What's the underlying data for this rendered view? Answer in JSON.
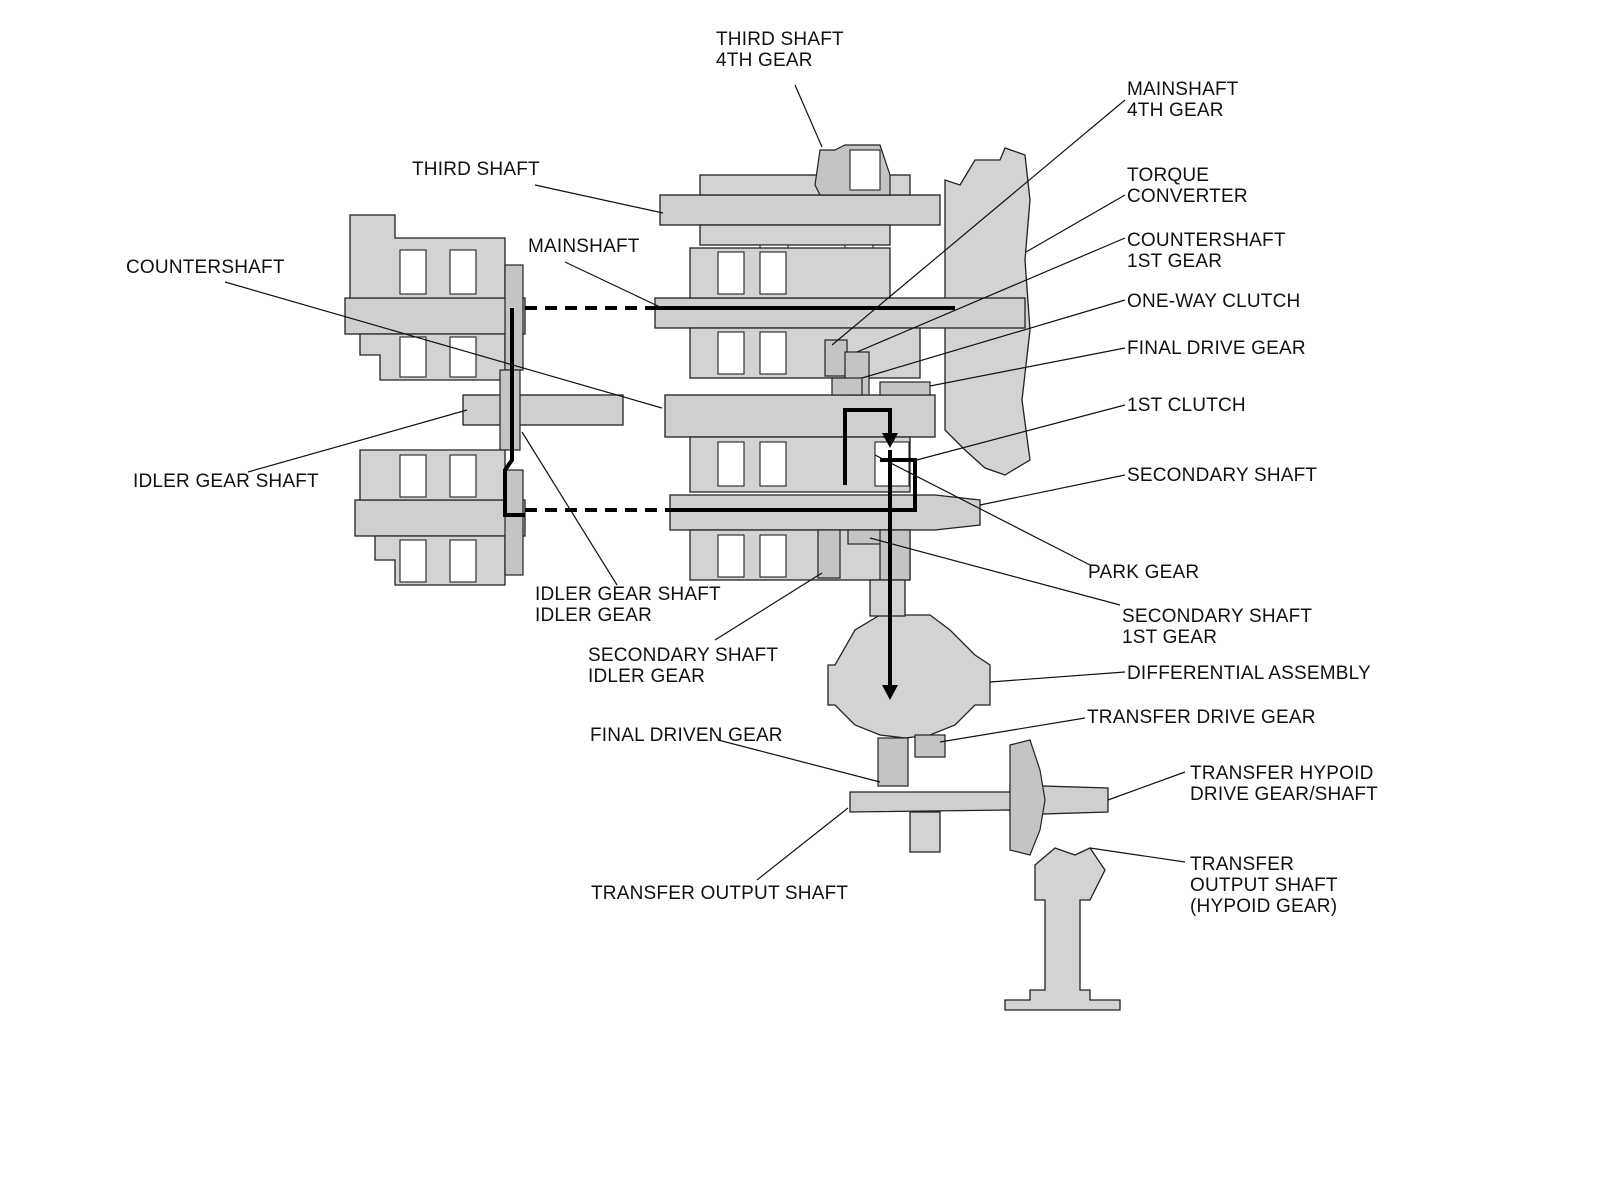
{
  "labels": {
    "third_shaft_4th_gear": [
      "THIRD SHAFT",
      "4TH GEAR"
    ],
    "third_shaft": [
      "THIRD SHAFT"
    ],
    "mainshaft": [
      "MAINSHAFT"
    ],
    "countershaft": [
      "COUNTERSHAFT"
    ],
    "idler_gear_shaft": [
      "IDLER GEAR SHAFT"
    ],
    "idler_gear_shaft_idler_gear": [
      "IDLER GEAR SHAFT",
      "IDLER GEAR"
    ],
    "secondary_shaft_idler_gear": [
      "SECONDARY SHAFT",
      "IDLER GEAR"
    ],
    "final_driven_gear": [
      "FINAL DRIVEN GEAR"
    ],
    "transfer_output_shaft": [
      "TRANSFER OUTPUT SHAFT"
    ],
    "mainshaft_4th_gear": [
      "MAINSHAFT",
      "4TH GEAR"
    ],
    "torque_converter": [
      "TORQUE",
      "CONVERTER"
    ],
    "countershaft_1st_gear": [
      "COUNTERSHAFT",
      "1ST GEAR"
    ],
    "one_way_clutch": [
      "ONE-WAY CLUTCH"
    ],
    "final_drive_gear": [
      "FINAL DRIVE GEAR"
    ],
    "first_clutch": [
      "1ST CLUTCH"
    ],
    "secondary_shaft": [
      "SECONDARY SHAFT"
    ],
    "park_gear": [
      "PARK GEAR"
    ],
    "secondary_shaft_1st_gear": [
      "SECONDARY SHAFT",
      "1ST GEAR"
    ],
    "differential_assembly": [
      "DIFFERENTIAL ASSEMBLY"
    ],
    "transfer_drive_gear": [
      "TRANSFER DRIVE GEAR"
    ],
    "transfer_hypoid_drive_gear_shaft": [
      "TRANSFER HYPOID",
      "DRIVE GEAR/SHAFT"
    ],
    "transfer_output_shaft_hypoid_gear": [
      "TRANSFER",
      "OUTPUT SHAFT",
      "(HYPOID GEAR)"
    ]
  },
  "colors": {
    "part_fill": "#d3d3d3",
    "line": "#111111",
    "power_flow": "#000000"
  }
}
